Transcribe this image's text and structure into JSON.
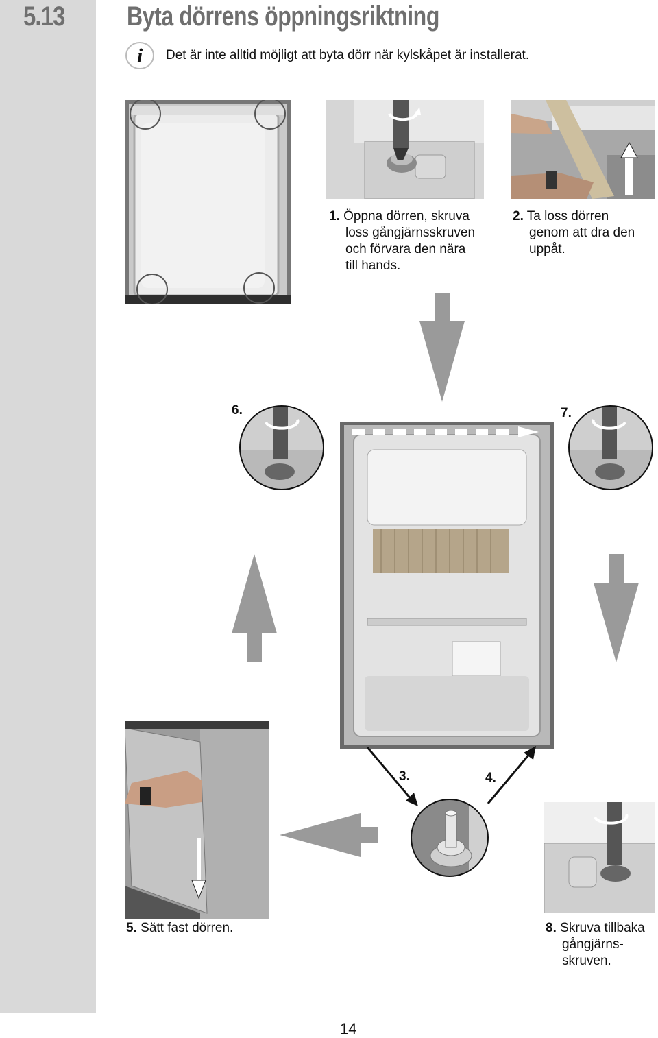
{
  "section": {
    "number": "5.13",
    "title": "Byta dörrens öppningsriktning"
  },
  "info_note": "Det är inte alltid möjligt att byta dörr när kylskåpet är installerat.",
  "steps": [
    {
      "num": "1.",
      "lines": [
        "Öppna dörren, skruva",
        "loss gångjärnsskruven",
        "och förvara den nära",
        "till hands."
      ]
    },
    {
      "num": "2.",
      "lines": [
        "Ta loss dörren",
        "genom att dra den",
        "uppåt."
      ]
    },
    {
      "num": "3."
    },
    {
      "num": "4."
    },
    {
      "num": "5.",
      "lines": [
        "Sätt fast dörren."
      ]
    },
    {
      "num": "6."
    },
    {
      "num": "7."
    },
    {
      "num": "8.",
      "lines": [
        "Skruva tillbaka",
        "gångjärns-",
        "skruven."
      ]
    }
  ],
  "page_number": "14",
  "icons": [
    "info-icon",
    "arrow-icon",
    "rotation-arrow-icon"
  ],
  "colors": {
    "sidebar": "#d9d9d9",
    "heading": "#6f6f6f",
    "arrow": "#9a9a9a"
  }
}
